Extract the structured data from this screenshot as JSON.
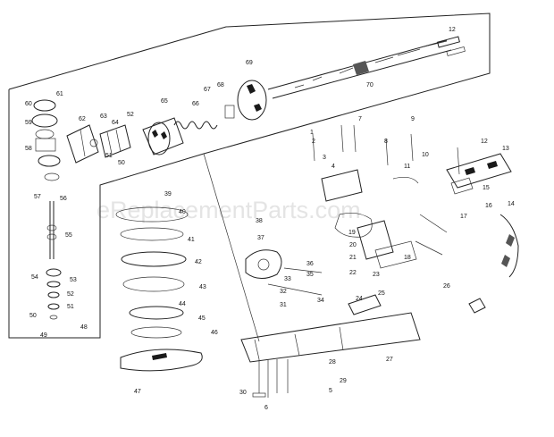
{
  "watermark": "eReplacementParts.com",
  "labels": {
    "frame_top": [
      "60",
      "61",
      "59",
      "62",
      "63",
      "64",
      "52",
      "65",
      "66",
      "67",
      "68",
      "69",
      "70",
      "12",
      "58",
      "51",
      "50",
      "57",
      "56",
      "55",
      "54",
      "53",
      "52",
      "50",
      "51",
      "49",
      "48"
    ],
    "frame_bottom": [
      "39",
      "40",
      "41",
      "42",
      "43",
      "44",
      "45",
      "46",
      "47"
    ],
    "assembly_center": [
      "38",
      "37",
      "36",
      "35",
      "33",
      "32",
      "34",
      "31",
      "24",
      "30",
      "6",
      "5",
      "28",
      "29",
      "27",
      "25",
      "26"
    ],
    "assembly_right": [
      "7",
      "8",
      "9",
      "1",
      "2",
      "3",
      "4",
      "10",
      "11",
      "12",
      "13",
      "15",
      "16",
      "14",
      "17",
      "18",
      "19",
      "20",
      "21",
      "22",
      "23"
    ]
  }
}
